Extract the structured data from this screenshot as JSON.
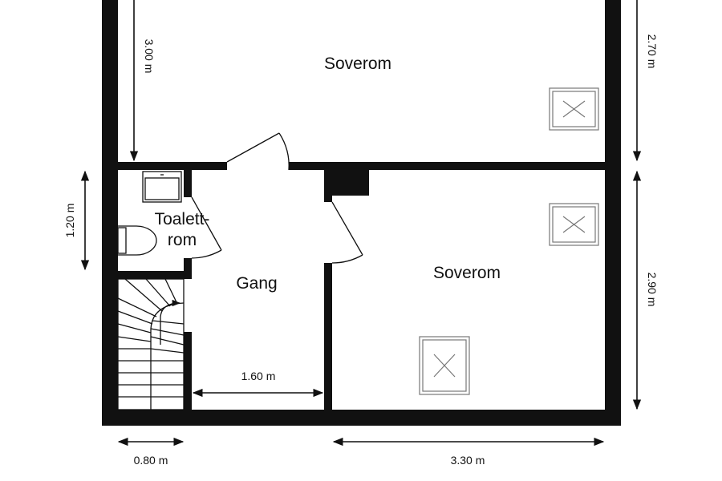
{
  "rooms": {
    "bedroom_top": "Soverom",
    "bedroom_right": "Soverom",
    "toilet_line1": "Toalett-",
    "toilet_line2": "rom",
    "hallway": "Gang"
  },
  "dimensions": {
    "top_left_vertical": "3.00 m",
    "top_right_vertical": "2.70 m",
    "left_vertical": "1.20 m",
    "right_vertical": "2.90 m",
    "hall_width": "1.60 m",
    "bottom_left": "0.80 m",
    "bottom_right": "3.30 m"
  }
}
